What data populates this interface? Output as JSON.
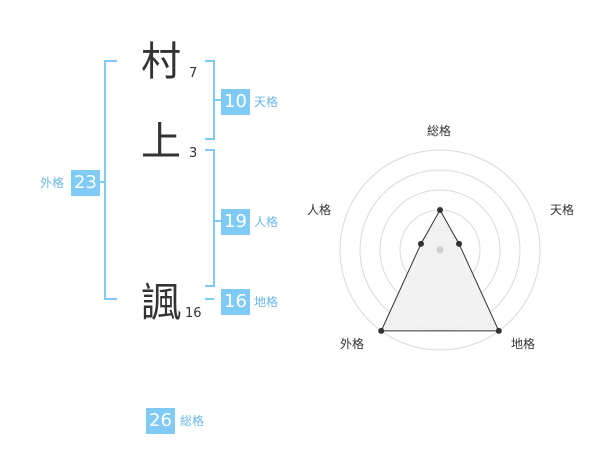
{
  "colors": {
    "accent": "#7fcbf5",
    "label": "#6ab7e8",
    "text": "#333333",
    "grid": "#d9d9d9",
    "fill": "#f0f0f0"
  },
  "name": {
    "chars": [
      {
        "char": "村",
        "strokes": "7"
      },
      {
        "char": "上",
        "strokes": "3"
      },
      {
        "char": "諷",
        "strokes": "16"
      }
    ]
  },
  "fortunes": {
    "tenkaku": {
      "value": "10",
      "label": "天格"
    },
    "jinkaku": {
      "value": "19",
      "label": "人格"
    },
    "chikaku": {
      "value": "16",
      "label": "地格"
    },
    "gaikaku": {
      "value": "23",
      "label": "外格"
    },
    "soukaku": {
      "value": "26",
      "label": "総格"
    }
  },
  "radar": {
    "axes": [
      "総格",
      "天格",
      "地格",
      "外格",
      "人格"
    ],
    "levels": 5,
    "values": [
      2,
      1,
      5,
      5,
      1
    ]
  }
}
